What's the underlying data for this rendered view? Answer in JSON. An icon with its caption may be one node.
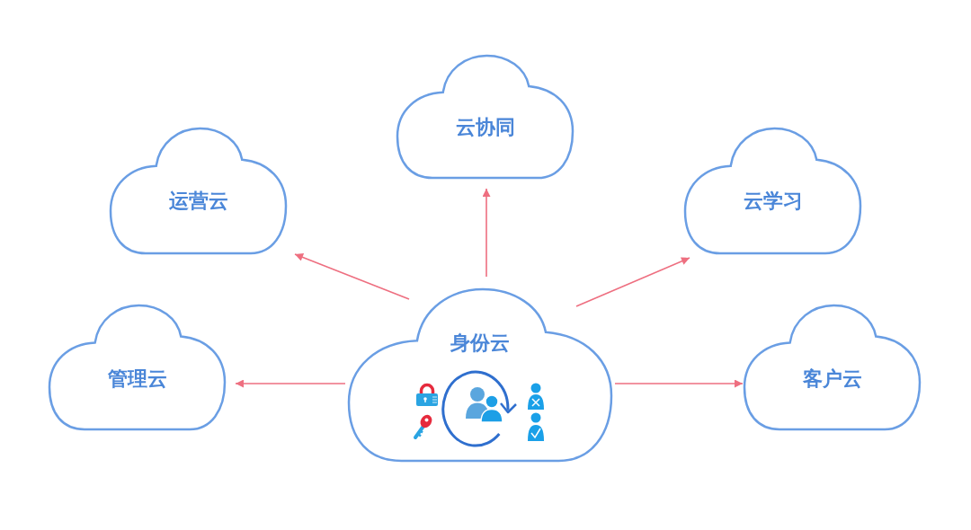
{
  "diagram": {
    "nodes": [
      {
        "text": [
          "云协同"
        ]
      },
      {
        "text": [
          "运营云"
        ]
      },
      {
        "text": [
          "云学习"
        ]
      },
      {
        "text": [
          "管理云"
        ]
      },
      {
        "text": [
          "身份云"
        ]
      },
      {
        "text": [
          "客户云"
        ]
      }
    ],
    "edges": [
      {
        "from": 4,
        "to": 1,
        "arrow": "to"
      },
      {
        "from": 4,
        "to": 0,
        "arrow": "to"
      },
      {
        "from": 4,
        "to": 2,
        "arrow": "to"
      },
      {
        "from": 4,
        "to": 3,
        "arrow": "to"
      },
      {
        "from": 4,
        "to": 5,
        "arrow": "to"
      }
    ]
  }
}
